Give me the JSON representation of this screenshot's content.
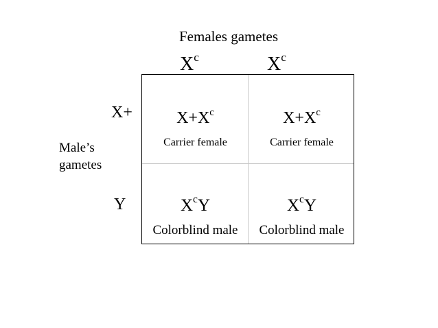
{
  "females_title": "Females gametes",
  "female_gametes": [
    {
      "base": "X",
      "sup": "c"
    },
    {
      "base": "X",
      "sup": "c"
    }
  ],
  "males_title": "Male’s gametes",
  "male_gametes": [
    "X+",
    "Y"
  ],
  "cells": [
    [
      {
        "genotype_base": "X+X",
        "genotype_sup": "c",
        "genotype_tail": "",
        "phenotype": "Carrier female"
      },
      {
        "genotype_base": "X+X",
        "genotype_sup": "c",
        "genotype_tail": "",
        "phenotype": "Carrier female"
      }
    ],
    [
      {
        "genotype_base": "X",
        "genotype_sup": "c",
        "genotype_tail": "Y",
        "phenotype": "Colorblind male"
      },
      {
        "genotype_base": "X",
        "genotype_sup": "c",
        "genotype_tail": "Y",
        "phenotype": "Colorblind male"
      }
    ]
  ]
}
